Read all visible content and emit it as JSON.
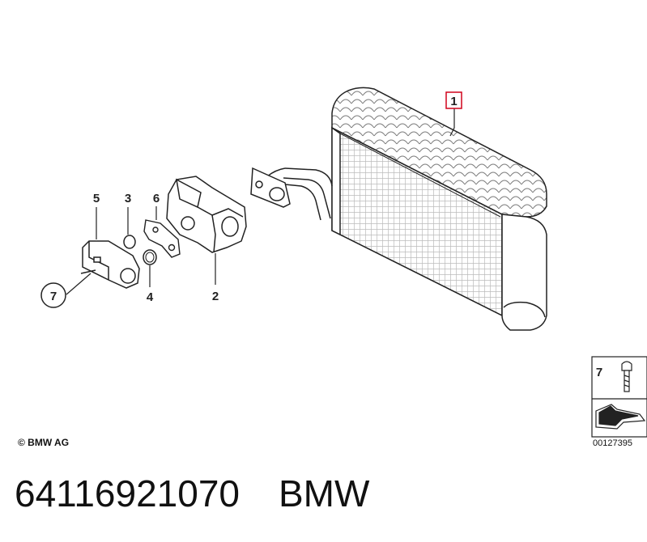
{
  "callouts": {
    "c1": "1",
    "c2": "2",
    "c3": "3",
    "c4": "4",
    "c5": "5",
    "c6": "6",
    "c7": "7",
    "c7_inset": "7"
  },
  "copyright": "© BMW AG",
  "doc_number": "00127395",
  "footer": {
    "part_number": "64116921070",
    "brand": "BMW"
  },
  "colors": {
    "line": "#222222",
    "highlight_box": "#d0021b"
  }
}
